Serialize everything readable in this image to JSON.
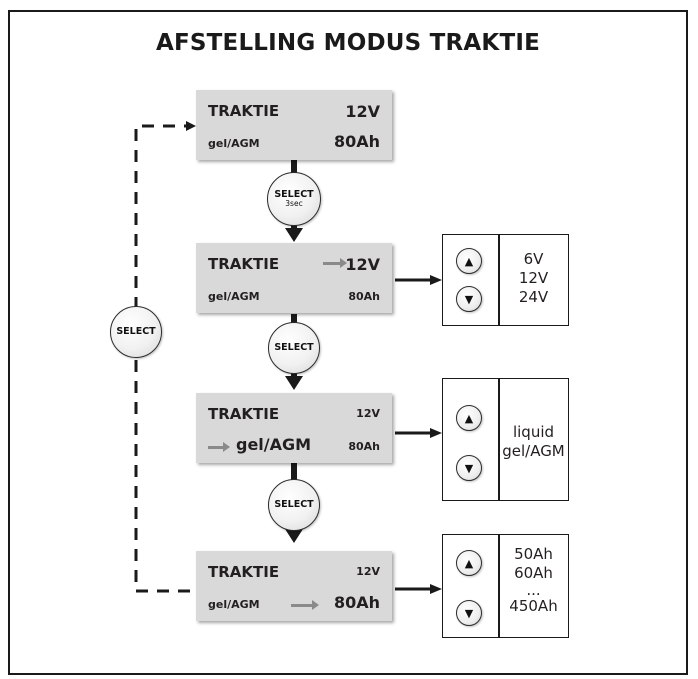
{
  "title": "AFSTELLING MODUS TRAKTIE",
  "screens": [
    {
      "mode": "TRAKTIE",
      "voltage": "12V",
      "battery_type": "gel/AGM",
      "capacity": "80Ah"
    },
    {
      "mode": "TRAKTIE",
      "voltage": "12V",
      "battery_type": "gel/AGM",
      "capacity": "80Ah"
    },
    {
      "mode": "TRAKTIE",
      "voltage": "12V",
      "battery_type": "gel/AGM",
      "capacity": "80Ah"
    },
    {
      "mode": "TRAKTIE",
      "voltage": "12V",
      "battery_type": "gel/AGM",
      "capacity": "80Ah"
    }
  ],
  "buttons": {
    "select": "SELECT",
    "hold_duration": "3sec"
  },
  "options": {
    "voltage": [
      "6V",
      "12V",
      "24V"
    ],
    "battery_type": [
      "liquid",
      "gel/AGM"
    ],
    "capacity": [
      "50Ah",
      "60Ah",
      "...",
      "450Ah"
    ]
  },
  "icons": {
    "up": "up-arrow-icon",
    "down": "down-arrow-icon",
    "pointer": "right-arrow-icon"
  },
  "colors": {
    "screen_bg": "#d9d9d9",
    "line": "#1a1a1a",
    "pointer": "#8a8a8a"
  }
}
